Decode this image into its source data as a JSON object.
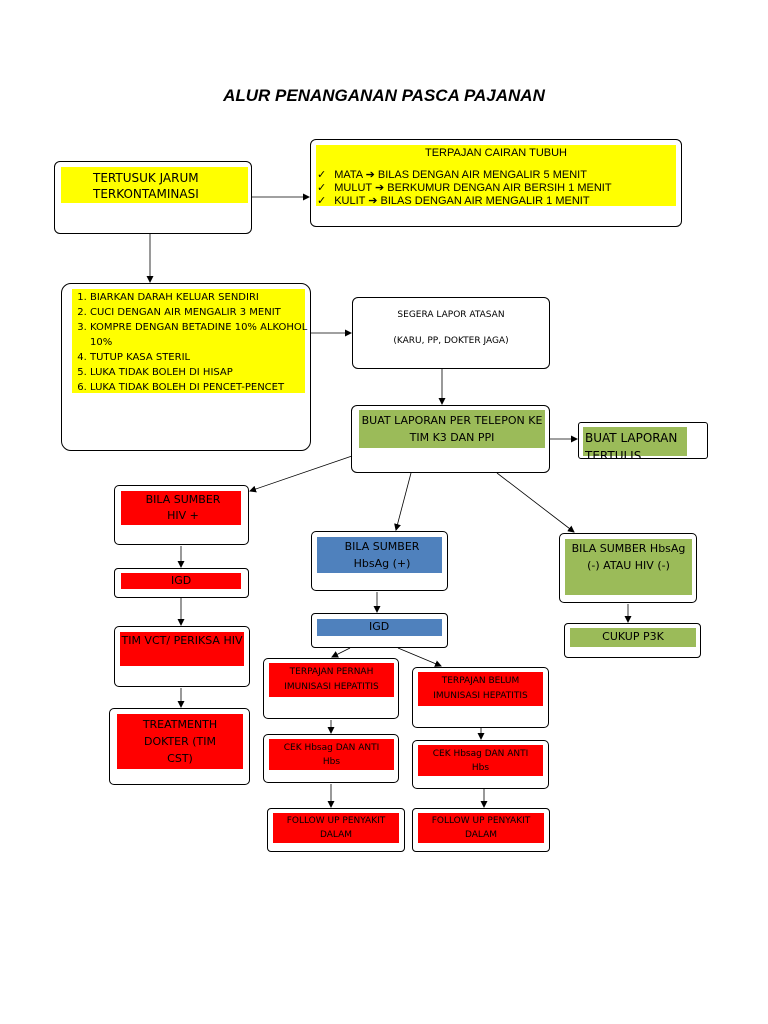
{
  "title": "ALUR PENANGANAN PASCA PAJANAN",
  "colors": {
    "yellow": "#ffff00",
    "red": "#ff0000",
    "blue": "#4f81bd",
    "green": "#9bbb59",
    "line": "#000000"
  },
  "nodes": {
    "tertusuk": "TERTUSUK JARUM TERKONTAMINASI",
    "terpajan_cairan": {
      "heading": "TERPAJAN CAIRAN TUBUH",
      "items": [
        "MATA ➔ BILAS DENGAN AIR MENGALIR 5 MENIT",
        "MULUT ➔ BERKUMUR DENGAN AIR BERSIH 1 MENIT",
        "KULIT ➔ BILAS DENGAN AIR MENGALIR 1 MENIT"
      ]
    },
    "steps": [
      "BIARKAN DARAH KELUAR SENDIRI",
      "CUCI DENGAN AIR MENGALIR 3 MENIT",
      "KOMPRE DENGAN BETADINE 10% ALKOHOL 10%",
      "TUTUP KASA STERIL",
      "LUKA TIDAK BOLEH DI HISAP",
      "LUKA TIDAK BOLEH DI PENCET-PENCET"
    ],
    "lapor_atasan": {
      "line1": "SEGERA LAPOR ATASAN",
      "line2": "(KARU, PP, DOKTER JAGA)"
    },
    "laporan_telepon": "BUAT LAPORAN PER TELEPON KE TIM K3 DAN PPI",
    "laporan_tertulis": "BUAT LAPORAN TERTULIS",
    "hiv_pos": "BILA SUMBER HIV +",
    "hiv_igd": "IGD",
    "tim_vct": "TIM VCT/ PERIKSA HIV",
    "treatment": "TREATMENTH DOKTER (TIM CST)",
    "hbsag_pos": "BILA SUMBER HbsAg (+)",
    "hbsag_igd": "IGD",
    "pernah_imun": "TERPAJAN PERNAH IMUNISASI HEPATITIS",
    "belum_imun": "TERPAJAN BELUM IMUNISASI HEPATITIS",
    "cek_left": "CEK Hbsag DAN ANTI Hbs",
    "cek_right": "CEK Hbsag DAN ANTI Hbs",
    "follow_left": "FOLLOW UP PENYAKIT DALAM",
    "follow_right": "FOLLOW UP PENYAKIT DALAM",
    "neg": "BILA SUMBER HbsAg (-) ATAU HIV (-)",
    "p3k": "CUKUP P3K"
  }
}
